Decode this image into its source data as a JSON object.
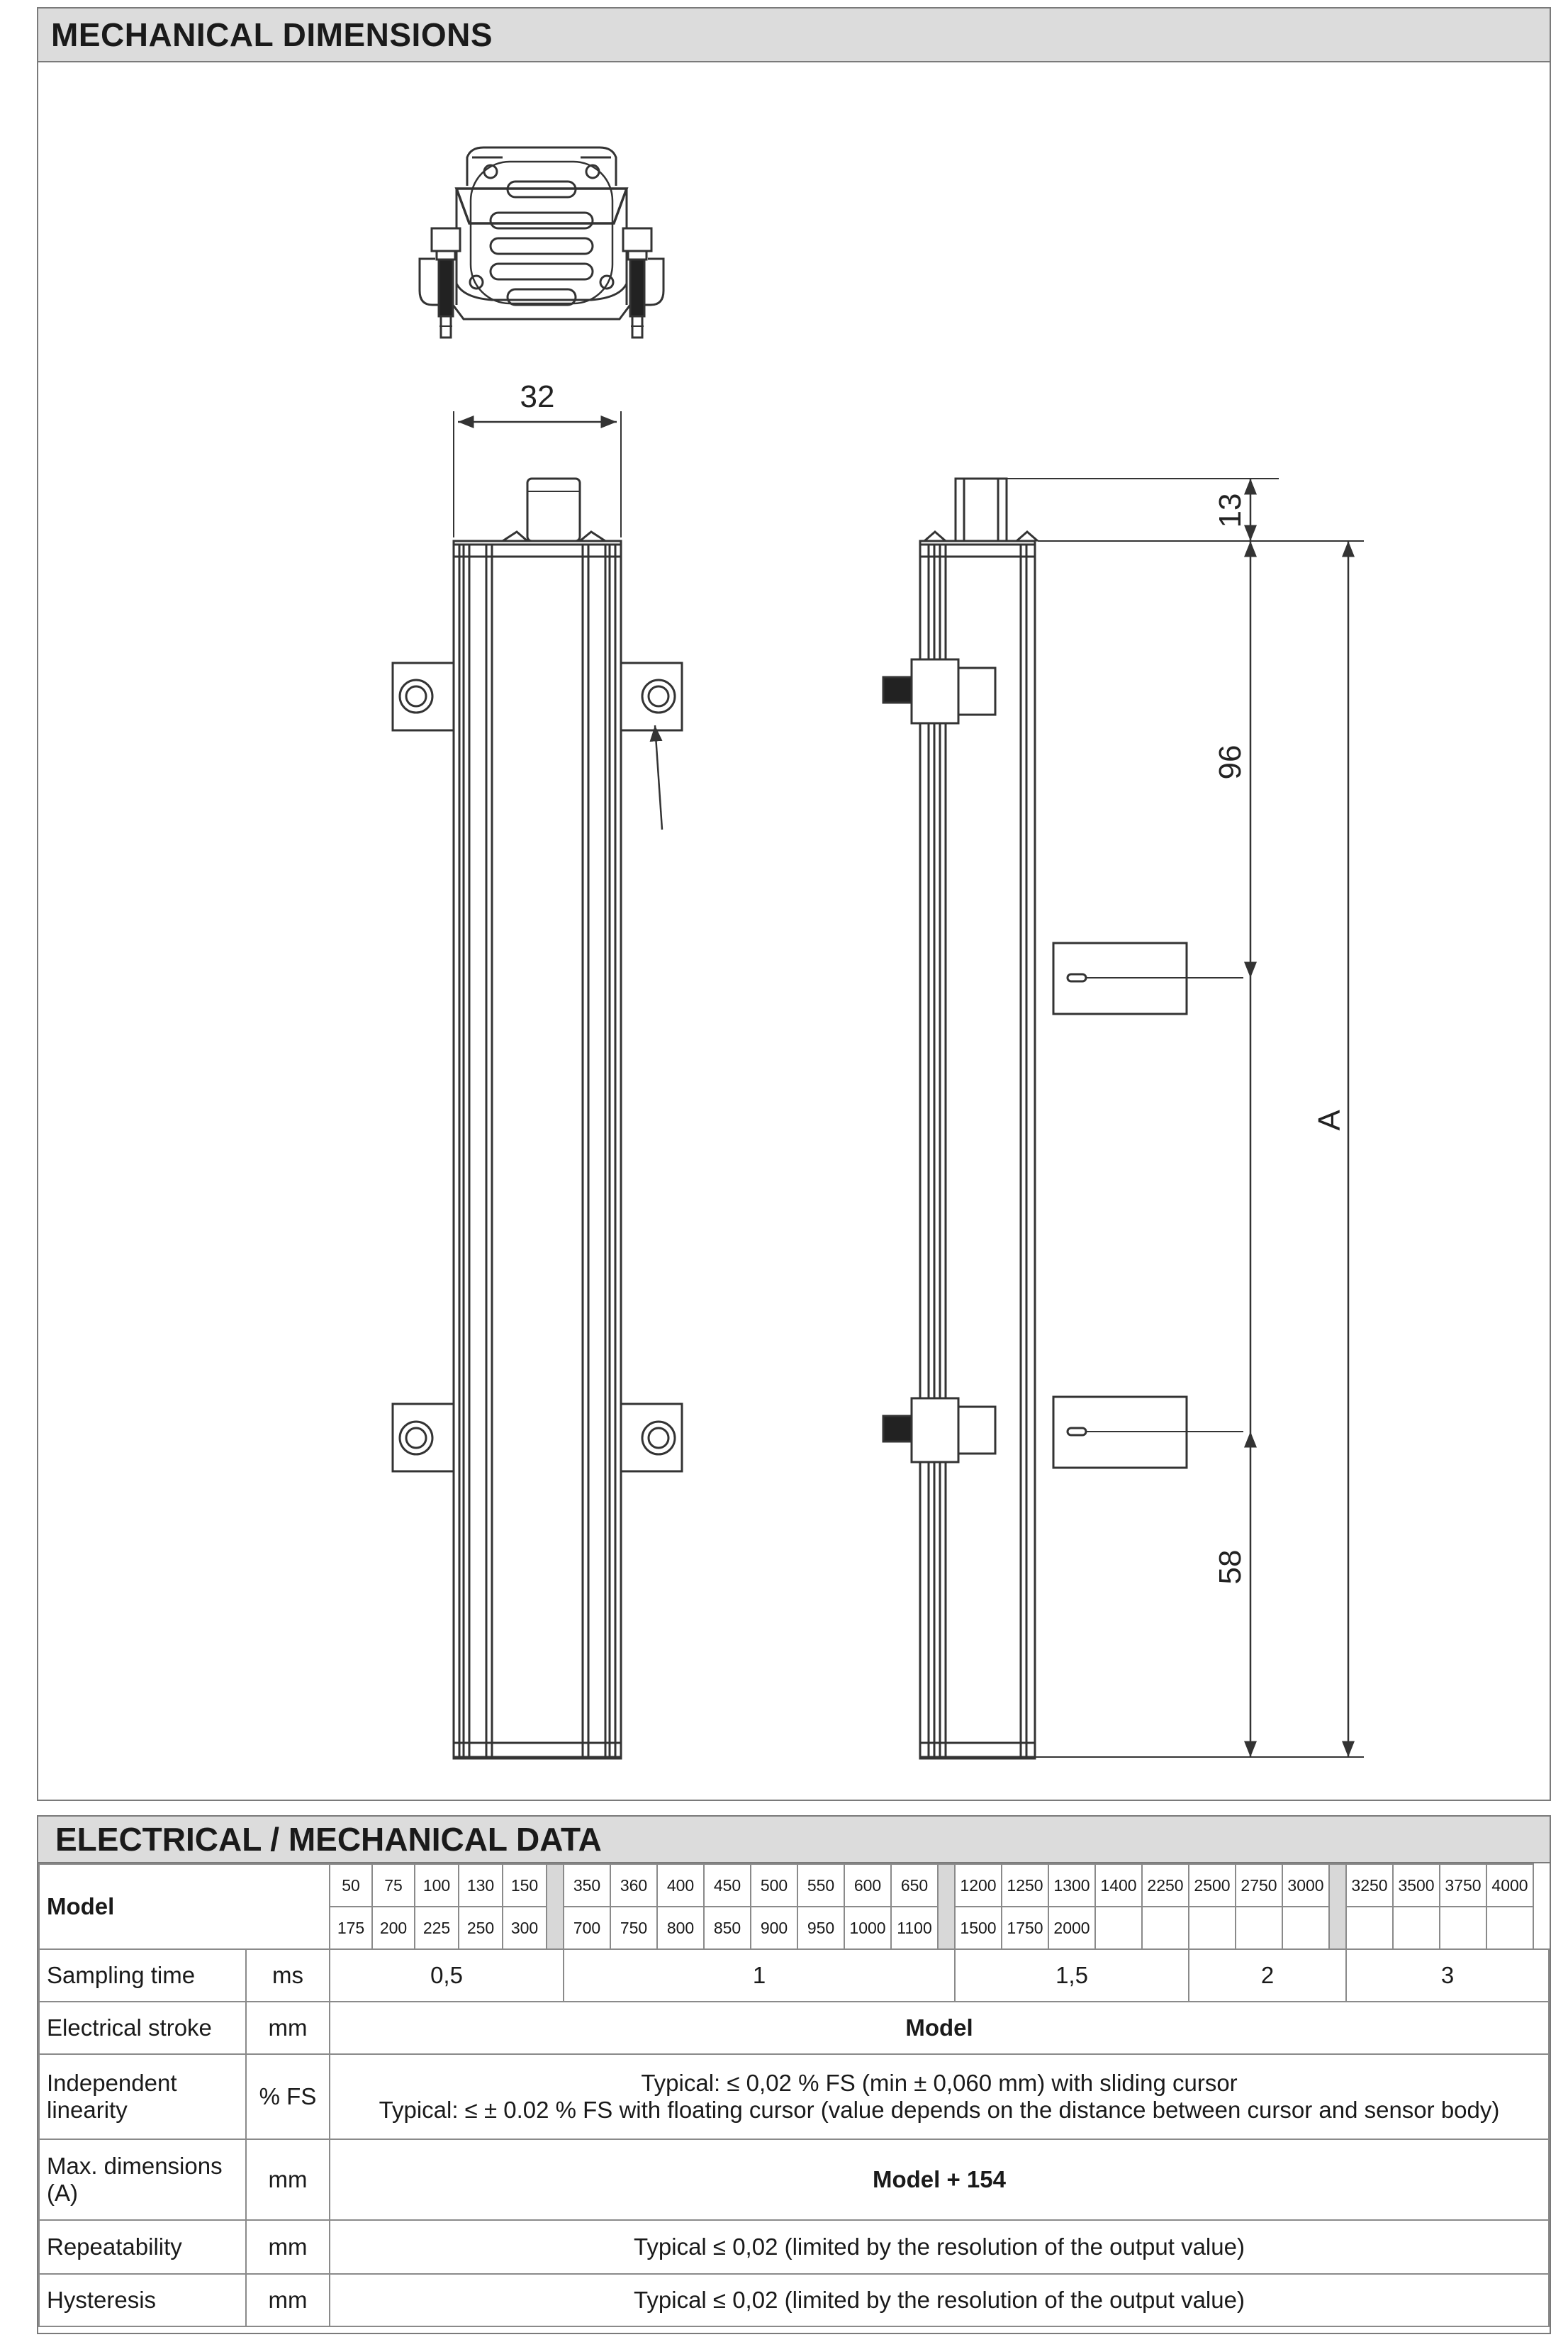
{
  "mechanical": {
    "title": "MECHANICAL DIMENSIONS",
    "dims": {
      "width": "32",
      "top": "13",
      "first": "96",
      "bottom": "58",
      "total": "A"
    }
  },
  "data": {
    "title": "ELECTRICAL / MECHANICAL DATA",
    "model_label": "Model",
    "models_row1": [
      "50",
      "75",
      "100",
      "130",
      "150",
      "",
      "350",
      "360",
      "400",
      "450",
      "500",
      "550",
      "600",
      "650",
      "",
      "1200",
      "1250",
      "1300",
      "1400",
      "2250",
      "2500",
      "2750",
      "3000",
      "",
      "3250",
      "3500",
      "3750",
      "4000"
    ],
    "models_row2": [
      "175",
      "200",
      "225",
      "250",
      "300",
      "",
      "700",
      "750",
      "800",
      "850",
      "900",
      "950",
      "1000",
      "1100",
      "",
      "1500",
      "1750",
      "2000",
      "",
      "",
      "",
      "",
      "",
      "",
      "",
      "",
      "",
      ""
    ],
    "rows": {
      "sampling": {
        "label": "Sampling time",
        "unit": "ms",
        "values": [
          "0,5",
          "1",
          "1,5",
          "2",
          "3"
        ]
      },
      "stroke": {
        "label": "Electrical stroke",
        "unit": "mm",
        "value": "Model"
      },
      "linearity": {
        "label": "Independent linearity",
        "unit": "% FS",
        "line1": "Typical: ≤ 0,02 % FS (min ± 0,060 mm) with sliding cursor",
        "line2": "Typical:  ≤ ± 0.02 % FS with floating cursor (value depends on the distance between cursor and sensor body)"
      },
      "maxdim": {
        "label": "Max. dimensions (A)",
        "unit": "mm",
        "value": "Model + 154"
      },
      "repeat": {
        "label": "Repeatability",
        "unit": "mm",
        "value": "Typical ≤ 0,02 (limited by the resolution of the output value)"
      },
      "hyst": {
        "label": "Hysteresis",
        "unit": "mm",
        "value": "Typical ≤ 0,02 (limited by the resolution of the output value)"
      }
    }
  }
}
